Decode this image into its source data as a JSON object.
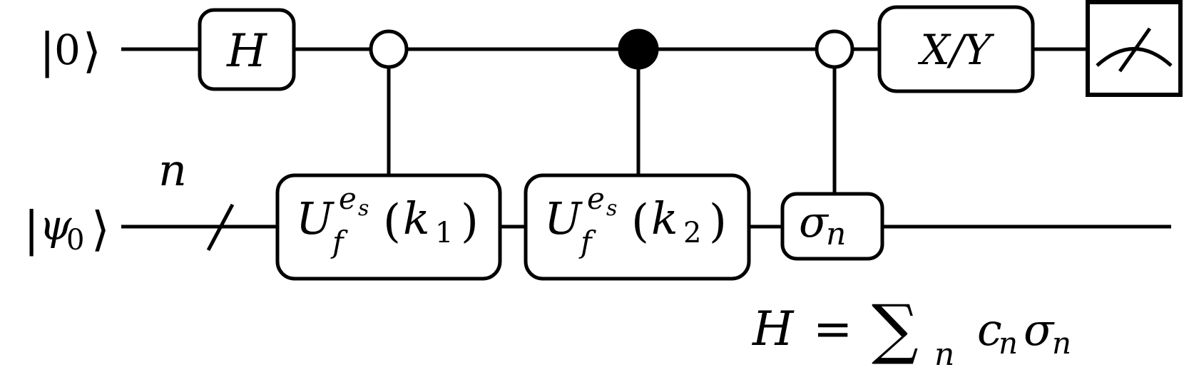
{
  "circuit": {
    "qubits": [
      {
        "ket_symbol": "0",
        "ket_subscript": ""
      },
      {
        "ket_symbol": "ψ",
        "ket_subscript": "0"
      }
    ],
    "register_size_label": "n",
    "gates": {
      "hadamard": "H",
      "basis_rotation": "X/Y",
      "controlled_unitary_1": {
        "base": "U",
        "superscript": "e",
        "superscript_sub": "s",
        "subscript": "f",
        "argument": "k",
        "argument_sub": "1"
      },
      "controlled_unitary_2": {
        "base": "U",
        "superscript": "e",
        "superscript_sub": "s",
        "subscript": "f",
        "argument": "k",
        "argument_sub": "2"
      },
      "pauli": {
        "symbol": "σ",
        "subscript": "n"
      }
    },
    "controls": [
      "open",
      "filled",
      "open"
    ],
    "hamiltonian": {
      "lhs": "H",
      "equals": "=",
      "sum_symbol": "∑",
      "sum_index": "n",
      "coefficient": "c",
      "coefficient_sub": "n",
      "operator": "σ",
      "operator_sub": "n"
    }
  }
}
